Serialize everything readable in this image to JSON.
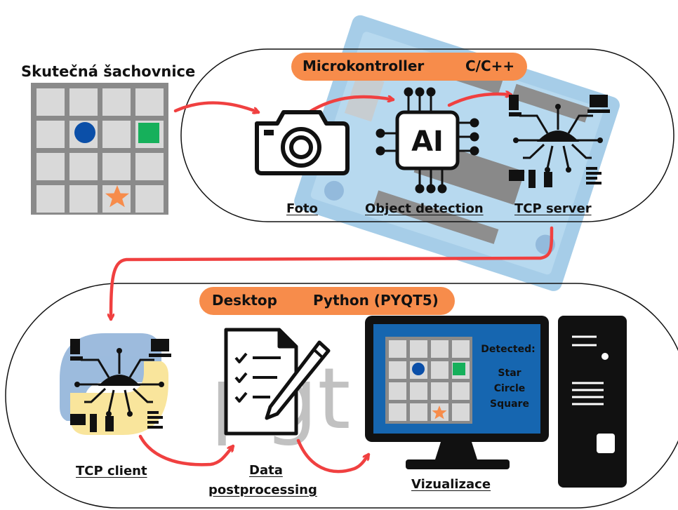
{
  "chessboard": {
    "title": "Skutečná šachovnice",
    "pieces": [
      "circle-icon",
      "square-icon",
      "star-icon"
    ],
    "colors": {
      "board": "#8a8a8a",
      "cell": "#d9d9d9",
      "circle": "#0b4fa8",
      "square": "#16b05b",
      "star": "#f78c4b"
    }
  },
  "microcontroller": {
    "title": "Microkontroller",
    "language": "C/C++",
    "steps": [
      {
        "label": "Foto",
        "icon": "camera-icon"
      },
      {
        "label": "Object detection",
        "icon": "ai-chip-icon"
      },
      {
        "label": "TCP server",
        "icon": "network-hub-icon"
      }
    ]
  },
  "desktop": {
    "title": "Desktop",
    "language": "Python (PYQT5)",
    "steps": [
      {
        "label": "TCP client",
        "icon": "network-hub-icon"
      },
      {
        "label_line1": "Data",
        "label_line2": "postprocessing",
        "icon": "document-pen-icon"
      },
      {
        "label": "Vizualizace",
        "icon": "monitor-icon"
      }
    ],
    "screen": {
      "detected_title": "Detected:",
      "items": [
        "Star",
        "Circle",
        "Square"
      ]
    }
  },
  "watermark": "pgt",
  "colors": {
    "accent": "#f78c4b",
    "arrow": "#f04040",
    "screen_blue": "#1666b0",
    "dark": "#111111"
  }
}
